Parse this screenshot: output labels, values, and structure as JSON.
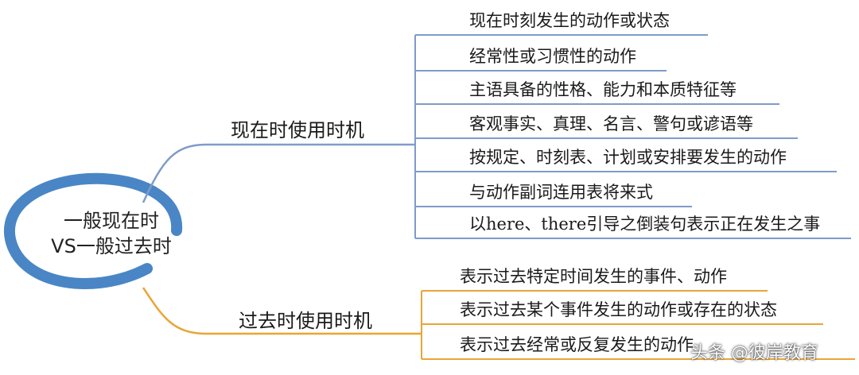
{
  "center": {
    "line1": "一般现在时",
    "line2": "VS一般过去时"
  },
  "branches": [
    {
      "label": "现在时使用时机",
      "color": "#7f9bc9",
      "items": [
        "现在时刻发生的动作或状态",
        "经常性或习惯性的动作",
        "主语具备的性格、能力和本质特征等",
        "客观事实、真理、名言、警句或谚语等",
        "按规定、时刻表、计划或安排要发生的动作",
        "与动作副词连用表将来式",
        "以here、there引导之倒装句表示正在发生之事"
      ]
    },
    {
      "label": "过去时使用时机",
      "color": "#e8a637",
      "items": [
        "表示过去特定时间发生的事件、动作",
        "表示过去某个事件发生的动作或存在的状态",
        "表示过去经常或反复发生的动作"
      ]
    }
  ],
  "watermark": "头条 @彼岸教育",
  "colors": {
    "center_ring": "#4a86c5",
    "blue_branch": "#7f9bc9",
    "orange_branch": "#e8a637"
  }
}
